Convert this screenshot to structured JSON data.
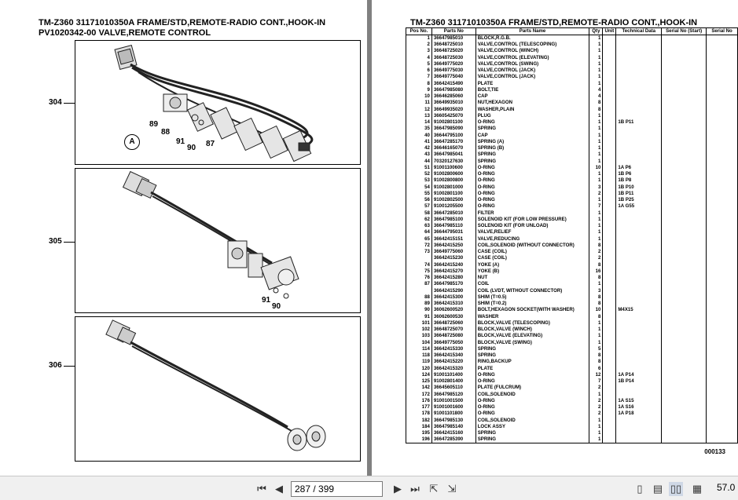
{
  "left_page": {
    "title_line1": "TM-Z360 31171010350A FRAME/STD,REMOTE-RADIO CONT.,HOOK-IN",
    "title_line2": "PV1020342-00 VALVE,REMOTE CONTROL",
    "panels": [
      {
        "label": "304",
        "callouts": [
          "89",
          "88",
          "91",
          "90",
          "87",
          "A"
        ]
      },
      {
        "label": "305",
        "callouts": [
          "91",
          "90"
        ]
      },
      {
        "label": "306",
        "callouts": []
      }
    ]
  },
  "right_page": {
    "title": "TM-Z360 31171010350A FRAME/STD,REMOTE-RADIO CONT.,HOOK-IN",
    "headers": [
      "Pos No.",
      "Parts No",
      "Parts Name",
      "Qty",
      "Unit",
      "Technical Data",
      "Serial No (Start)",
      "Serial No"
    ],
    "rows": [
      [
        "1",
        "36647985010",
        "BLOCK,R.G.B.",
        "1",
        "",
        ""
      ],
      [
        "2",
        "36648725010",
        "VALVE,CONTROL (TELESCOPING)",
        "1",
        "",
        ""
      ],
      [
        "3",
        "36648725020",
        "VALVE,CONTROL (WINCH)",
        "1",
        "",
        ""
      ],
      [
        "4",
        "36648725030",
        "VALVE,CONTROL (ELEVATING)",
        "1",
        "",
        ""
      ],
      [
        "5",
        "36649775020",
        "VALVE,CONTROL (SWING)",
        "1",
        "",
        ""
      ],
      [
        "6",
        "36649775030",
        "VALVE,CONTROL (JACK)",
        "1",
        "",
        ""
      ],
      [
        "7",
        "36649775040",
        "VALVE,CONTROL (JACK)",
        "1",
        "",
        ""
      ],
      [
        "8",
        "36642415490",
        "PLATE",
        "1",
        "",
        ""
      ],
      [
        "9",
        "36647985080",
        "BOLT,TIE",
        "4",
        "",
        ""
      ],
      [
        "10",
        "36646285060",
        "CAP",
        "4",
        "",
        ""
      ],
      [
        "11",
        "36649935010",
        "NUT,HEXAGON",
        "8",
        "",
        ""
      ],
      [
        "12",
        "36649935020",
        "WASHER,PLAIN",
        "8",
        "",
        ""
      ],
      [
        "13",
        "36605425070",
        "PLUG",
        "1",
        "",
        ""
      ],
      [
        "14",
        "91002801100",
        "O-RING",
        "1",
        "",
        "1B P11"
      ],
      [
        "35",
        "36647985090",
        "SPRING",
        "1",
        "",
        ""
      ],
      [
        "40",
        "36644795100",
        "CAP",
        "1",
        "",
        ""
      ],
      [
        "41",
        "36647285170",
        "SPRING (A)",
        "1",
        "",
        ""
      ],
      [
        "42",
        "36646165070",
        "SPRING (B)",
        "1",
        "",
        ""
      ],
      [
        "43",
        "36647985041",
        "SPRING",
        "1",
        "",
        ""
      ],
      [
        "44",
        "70320127630",
        "SPRING",
        "1",
        "",
        ""
      ],
      [
        "51",
        "91001100600",
        "O-RING",
        "10",
        "",
        "1A P6"
      ],
      [
        "52",
        "91002800600",
        "O-RING",
        "1",
        "",
        "1B P6"
      ],
      [
        "53",
        "91002800800",
        "O-RING",
        "1",
        "",
        "1B P8"
      ],
      [
        "54",
        "91002801000",
        "O-RING",
        "3",
        "",
        "1B P10"
      ],
      [
        "55",
        "91002801100",
        "O-RING",
        "2",
        "",
        "1B P11"
      ],
      [
        "56",
        "91002802500",
        "O-RING",
        "1",
        "",
        "1B P25"
      ],
      [
        "57",
        "91001205500",
        "O-RING",
        "7",
        "",
        "1A G55"
      ],
      [
        "58",
        "36647285010",
        "FILTER",
        "1",
        "",
        ""
      ],
      [
        "62",
        "36647985100",
        "SOLENOID KIT (FOR LOW PRESSURE)",
        "1",
        "",
        ""
      ],
      [
        "63",
        "36647985110",
        "SOLENOID KIT (FOR UNLOAD)",
        "1",
        "",
        ""
      ],
      [
        "64",
        "36644795031",
        "VALVE,RELIEF",
        "1",
        "",
        ""
      ],
      [
        "65",
        "36642415151",
        "VALVE,REDUCING",
        "1",
        "",
        ""
      ],
      [
        "72",
        "36642415250",
        "COIL,SOLENOID (WITHOUT CONNECTOR)",
        "8",
        "",
        ""
      ],
      [
        "73",
        "36649775060",
        "CASE (COIL)",
        "2",
        "",
        ""
      ],
      [
        "",
        "36642415230",
        "CASE (COIL)",
        "2",
        "",
        ""
      ],
      [
        "74",
        "36642415240",
        "YOKE (A)",
        "8",
        "",
        ""
      ],
      [
        "75",
        "36642415270",
        "YOKE (B)",
        "16",
        "",
        ""
      ],
      [
        "76",
        "36642415280",
        "NUT",
        "8",
        "",
        ""
      ],
      [
        "87",
        "36647985170",
        "COIL",
        "1",
        "",
        ""
      ],
      [
        "",
        "36642415290",
        "COIL (LVDT, WITHOUT CONNECTOR)",
        "3",
        "",
        ""
      ],
      [
        "88",
        "36642415300",
        "SHIM (T=0.5)",
        "8",
        "",
        ""
      ],
      [
        "89",
        "36642415310",
        "SHIM (T=0.2)",
        "8",
        "",
        ""
      ],
      [
        "90",
        "36062600520",
        "BOLT,HEXAGON SOCKET(WITH WASHER)",
        "10",
        "",
        "M4X15"
      ],
      [
        "91",
        "36062600530",
        "WASHER",
        "8",
        "",
        ""
      ],
      [
        "101",
        "36648725060",
        "BLOCK,VALVE (TELESCOPING)",
        "1",
        "",
        ""
      ],
      [
        "102",
        "36648725070",
        "BLOCK,VALVE (WINCH)",
        "1",
        "",
        ""
      ],
      [
        "103",
        "36648725080",
        "BLOCK,VALVE (ELEVATING)",
        "1",
        "",
        ""
      ],
      [
        "104",
        "36649775050",
        "BLOCK,VALVE (SWING)",
        "1",
        "",
        ""
      ],
      [
        "114",
        "36642415330",
        "SPRING",
        "5",
        "",
        ""
      ],
      [
        "118",
        "36642415340",
        "SPRING",
        "8",
        "",
        ""
      ],
      [
        "119",
        "36642415220",
        "RING,BACKUP",
        "8",
        "",
        ""
      ],
      [
        "120",
        "36642415320",
        "PLATE",
        "6",
        "",
        ""
      ],
      [
        "124",
        "91001101400",
        "O-RING",
        "12",
        "",
        "1A P14"
      ],
      [
        "125",
        "91002801400",
        "O-RING",
        "7",
        "",
        "1B P14"
      ],
      [
        "142",
        "36645605110",
        "PLATE (FULCRUM)",
        "2",
        "",
        ""
      ],
      [
        "172",
        "36647985120",
        "COIL,SOLENOID",
        "1",
        "",
        ""
      ],
      [
        "176",
        "91001001500",
        "O-RING",
        "2",
        "",
        "1A S15"
      ],
      [
        "177",
        "91001001600",
        "O-RING",
        "2",
        "",
        "1A S16"
      ],
      [
        "178",
        "91001101800",
        "O-RING",
        "2",
        "",
        "1A P18"
      ],
      [
        "182",
        "36647985130",
        "COIL,SOLENOID",
        "1",
        "",
        ""
      ],
      [
        "184",
        "36647985140",
        "LOCK ASSY",
        "1",
        "",
        ""
      ],
      [
        "195",
        "36642415160",
        "SPRING",
        "1",
        "",
        ""
      ],
      [
        "196",
        "36647285390",
        "SPRING",
        "1",
        "",
        ""
      ]
    ],
    "doc_code": "000133"
  },
  "toolbar": {
    "page_indicator": "287 / 399",
    "zoom": "57.0"
  }
}
